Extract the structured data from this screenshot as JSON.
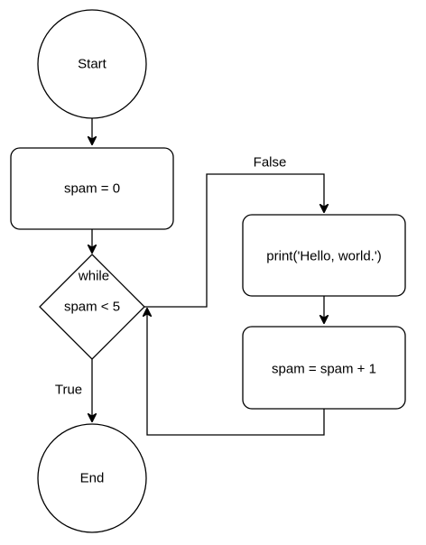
{
  "flowchart": {
    "start": {
      "label": "Start"
    },
    "init": {
      "label": "spam =  0"
    },
    "condition": {
      "line1": "while",
      "line2": "spam < 5"
    },
    "print_step": {
      "label": "print('Hello, world.')"
    },
    "increment_step": {
      "label": "spam = spam + 1"
    },
    "end": {
      "label": "End"
    },
    "edges": {
      "false_label": "False",
      "true_label": "True"
    }
  }
}
